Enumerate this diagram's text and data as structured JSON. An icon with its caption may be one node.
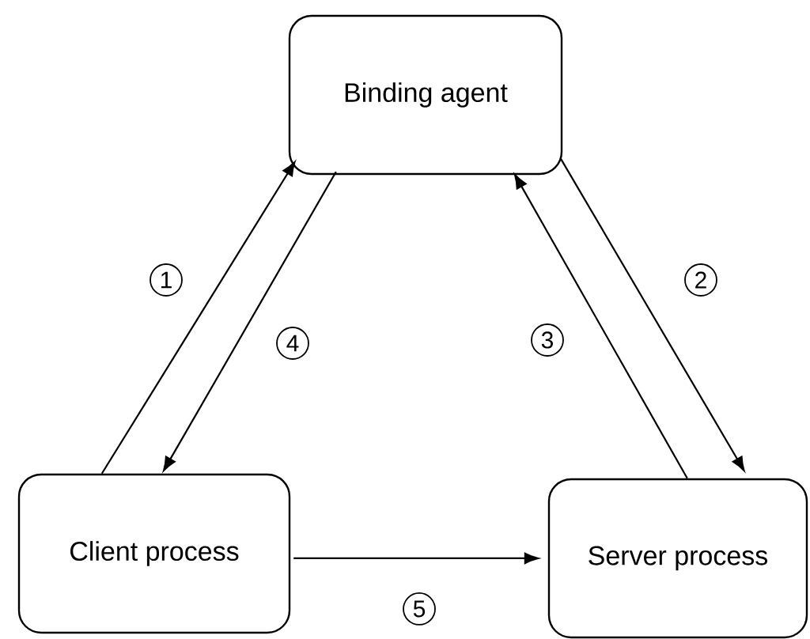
{
  "diagram": {
    "nodes": [
      {
        "text": [
          "Binding agent"
        ]
      },
      {
        "text": [
          "Client process"
        ]
      },
      {
        "text": [
          "Server process"
        ]
      }
    ],
    "edges": [
      {
        "from": 1,
        "to": 0,
        "arrow": "to",
        "label": "1"
      },
      {
        "from": 0,
        "to": 2,
        "arrow": "to",
        "label": "2"
      },
      {
        "from": 2,
        "to": 0,
        "arrow": "to",
        "label": "3"
      },
      {
        "from": 0,
        "to": 1,
        "arrow": "to",
        "label": "4"
      },
      {
        "from": 1,
        "to": 2,
        "arrow": "to",
        "label": "5"
      }
    ]
  }
}
